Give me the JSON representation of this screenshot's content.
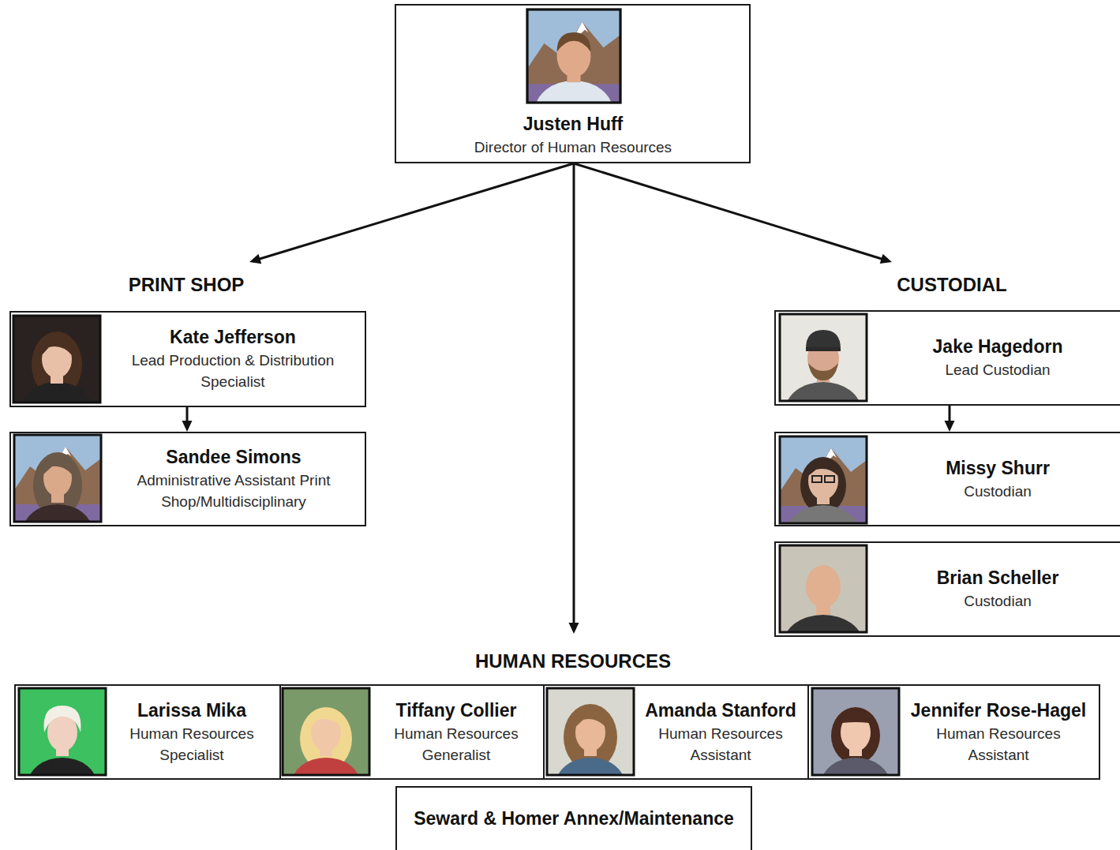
{
  "diagram": {
    "nodes": [
      {
        "text": [
          "Justen Huff",
          "Director of Human Resources"
        ]
      },
      {
        "text": [
          "PRINT SHOP"
        ]
      },
      {
        "text": [
          "Kate Jefferson",
          "Lead Production & Distribution Specialist"
        ],
        "in": 1
      },
      {
        "text": [
          "Sandee Simons",
          "Administrative Assistant Print Shop/Multidisciplinary"
        ],
        "in": 1
      },
      {
        "text": [
          "CUSTODIAL"
        ]
      },
      {
        "text": [
          "Jake Hagedorn",
          "Lead Custodian"
        ],
        "in": 4
      },
      {
        "text": [
          "Missy Shurr",
          "Custodian"
        ],
        "in": 4
      },
      {
        "text": [
          "Brian Scheller",
          "Custodian"
        ],
        "in": 4
      },
      {
        "text": [
          "HUMAN RESOURCES"
        ]
      },
      {
        "text": [
          "Larissa Mika",
          "Human Resources Specialist"
        ],
        "in": 8
      },
      {
        "text": [
          "Tiffany Collier",
          "Human Resources Generalist"
        ],
        "in": 8
      },
      {
        "text": [
          "Amanda Stanford",
          "Human Resources Assistant"
        ],
        "in": 8
      },
      {
        "text": [
          "Jennifer Rose-Hagel",
          "Human Resources Assistant"
        ],
        "in": 8
      },
      {
        "text": [
          "Seward & Homer Annex/Maintenance"
        ],
        "in": 8
      }
    ],
    "edges": [
      {
        "from": 0,
        "to": 1,
        "arrow": "to"
      },
      {
        "from": 0,
        "to": 4,
        "arrow": "to"
      },
      {
        "from": 0,
        "to": 8,
        "arrow": "to"
      },
      {
        "from": 2,
        "to": 3,
        "arrow": "to"
      },
      {
        "from": 5,
        "to": 6,
        "arrow": "to"
      }
    ]
  }
}
